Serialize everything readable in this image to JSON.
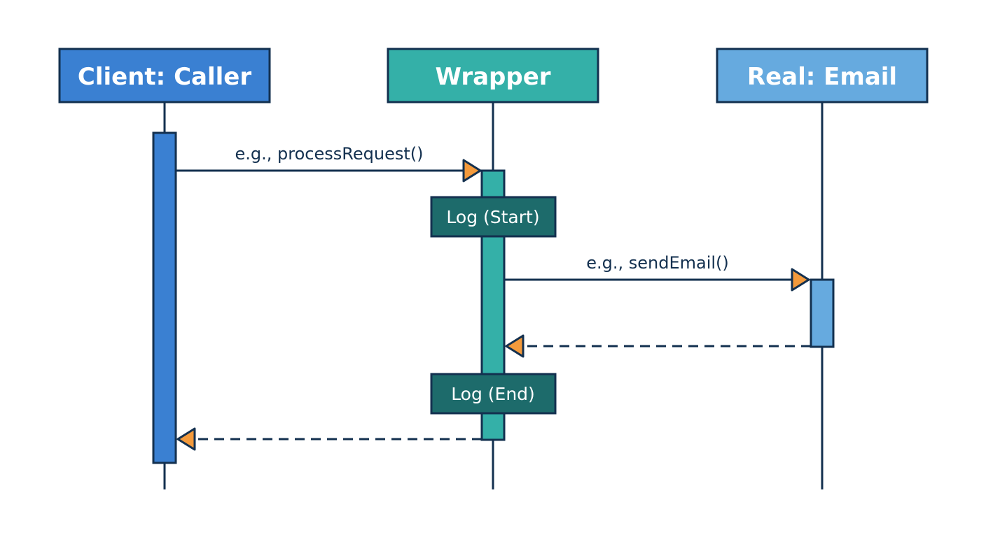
{
  "diagram": {
    "type": "sequence",
    "participants": [
      {
        "id": "client",
        "label": "Client: Caller",
        "color": "#3a80d2"
      },
      {
        "id": "wrapper",
        "label": "Wrapper",
        "color": "#34b0a8"
      },
      {
        "id": "real",
        "label": "Real: Email",
        "color": "#66aadf"
      }
    ],
    "notes": [
      {
        "label": "Log (Start)",
        "color": "#1d6b6b"
      },
      {
        "label": "Log (End)",
        "color": "#1d6b6b"
      }
    ],
    "messages": [
      {
        "from": "client",
        "to": "wrapper",
        "label": "e.g., processRequest()",
        "style": "solid"
      },
      {
        "from": "wrapper",
        "to": "real",
        "label": "e.g., sendEmail()",
        "style": "solid"
      },
      {
        "from": "real",
        "to": "wrapper",
        "label": "",
        "style": "dashed"
      },
      {
        "from": "wrapper",
        "to": "client",
        "label": "",
        "style": "dashed"
      }
    ],
    "colors": {
      "line": "#13304f",
      "arrowhead": "#f39a3c",
      "client_activation": "#3a80d2",
      "wrapper_activation": "#34b0a8",
      "real_activation": "#66aadf"
    }
  }
}
